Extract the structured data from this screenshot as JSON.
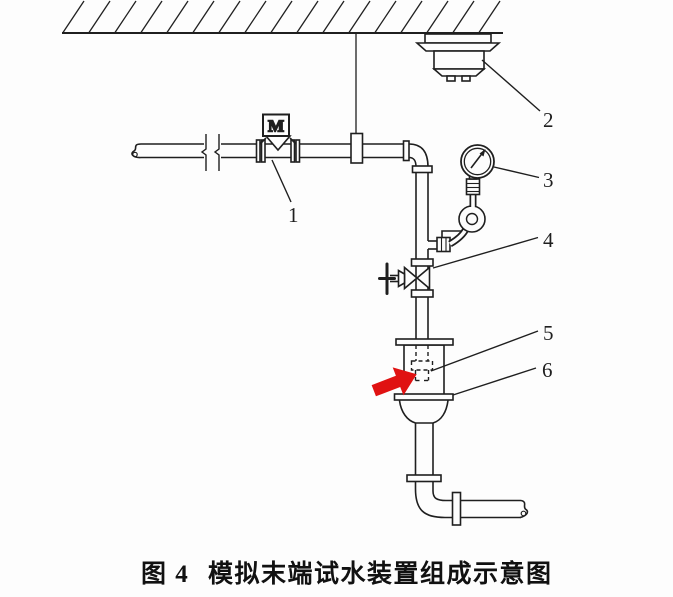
{
  "colors": {
    "background": "#fdfdfd",
    "line": "#1f1f1f",
    "arrow_red": "#e01212"
  },
  "diagram": {
    "flow_indicator_label": "M",
    "callouts": [
      {
        "number": "1"
      },
      {
        "number": "2"
      },
      {
        "number": "3"
      },
      {
        "number": "4"
      },
      {
        "number": "5"
      },
      {
        "number": "6"
      }
    ]
  },
  "caption": {
    "figure_label": "图 4",
    "title": "模拟末端试水装置组成示意图"
  }
}
